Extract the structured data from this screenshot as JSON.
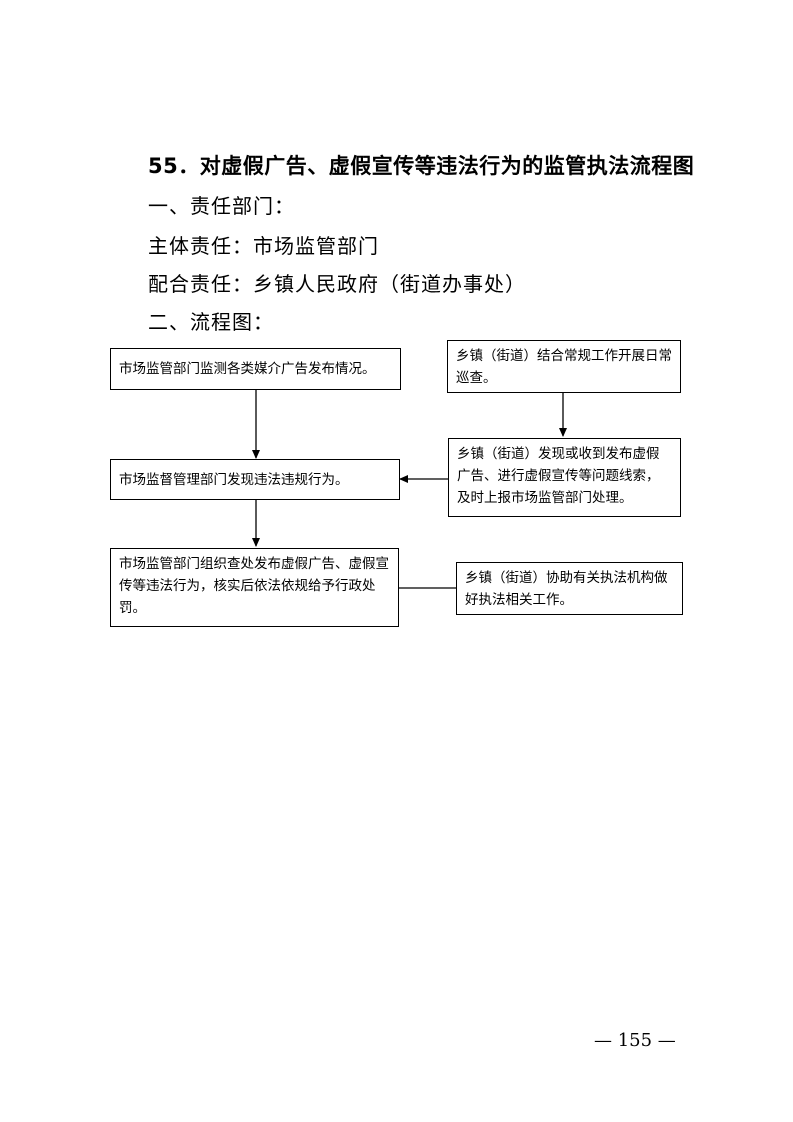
{
  "document": {
    "heading": "55．对虚假广告、虚假宣传等违法行为的监管执法流程图",
    "section1": "一、责任部门：",
    "primary": "主体责任：市场监管部门",
    "secondary": "配合责任：乡镇人民政府（街道办事处）",
    "section2": "二、流程图："
  },
  "flowchart": {
    "boxes": {
      "monitor": "市场监管部门监测各类媒介广告发布情况。",
      "patrol": "乡镇（街道）结合常规工作开展日常巡查。",
      "discover": "市场监督管理部门发现违法违规行为。",
      "report": "乡镇（街道）发现或收到发布虚假广告、进行虚假宣传等问题线索，及时上报市场监管部门处理。",
      "punish": "市场监管部门组织查处发布虚假广告、虚假宣传等违法行为，核实后依法依规给予行政处罚。",
      "assist": "乡镇（街道）协助有关执法机构做好执法相关工作。"
    }
  },
  "footer": {
    "page_number": "— 155 —"
  }
}
